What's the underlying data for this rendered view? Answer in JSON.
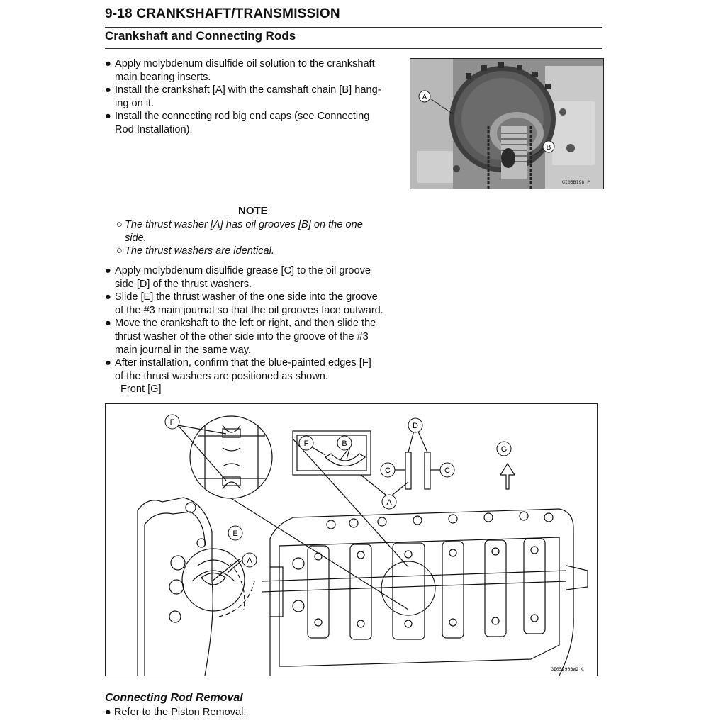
{
  "header": {
    "title": "9-18 CRANKSHAFT/TRANSMISSION",
    "subtitle": "Crankshaft and Connecting Rods"
  },
  "bullets_top": [
    {
      "lines": [
        "Apply molybdenum disulfide oil solution to the crankshaft",
        "main bearing inserts."
      ]
    },
    {
      "lines": [
        "Install the crankshaft [A] with the camshaft chain [B] hang-",
        "ing on it."
      ]
    },
    {
      "lines": [
        "Install the connecting rod big end caps (see Connecting",
        "Rod Installation)."
      ]
    }
  ],
  "note": {
    "heading": "NOTE",
    "items": [
      {
        "lines": [
          "The thrust washer [A] has oil grooves [B] on the one",
          "side."
        ]
      },
      {
        "lines": [
          "The thrust washers are identical."
        ]
      }
    ]
  },
  "bullets_mid": [
    {
      "lines": [
        "Apply molybdenum disulfide grease [C] to the oil groove",
        "side [D] of the thrust washers."
      ]
    },
    {
      "lines": [
        "Slide [E] the thrust washer of the one side into the groove",
        "of the #3 main journal so that the oil grooves face outward."
      ]
    },
    {
      "lines": [
        "Move the crankshaft to the left or right, and then slide the",
        "thrust washer of the other side into the groove of the #3",
        "main journal in the same way."
      ]
    },
    {
      "lines": [
        "After installation, confirm that the blue-painted edges [F]",
        "of the thrust washers are positioned as shown."
      ]
    }
  ],
  "front_label": "Front [G]",
  "figure1": {
    "labels": [
      "A",
      "B"
    ],
    "code": "GI05B198 P"
  },
  "figure2": {
    "labels": [
      "F",
      "B",
      "C",
      "D",
      "G",
      "A",
      "E"
    ],
    "code": "GI05290BW2 C"
  },
  "section2": {
    "title": "Connecting Rod Removal",
    "bullet": "Refer to the Piston Removal."
  },
  "bullet_glyph": "●",
  "note_glyph": "○"
}
